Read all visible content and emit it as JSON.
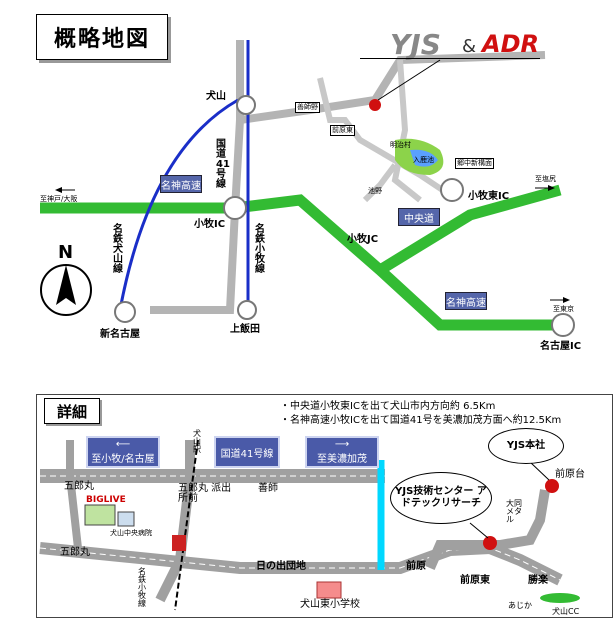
{
  "title": "概略地図",
  "logo": {
    "brand1": "YJS",
    "amp": "&",
    "brand2": "ADR"
  },
  "overview": {
    "labels": {
      "inuyama": "犬山",
      "route41": "国道41号線",
      "meitetsu_inuyama": "名鉄犬山線",
      "meitetsu_komaki": "名鉄小牧線",
      "komaki_ic": "小牧IC",
      "komaki_jc": "小牧JC",
      "komaki_higashi_ic": "小牧東IC",
      "shin_nagoya": "新名古屋",
      "kamiiida": "上飯田",
      "nagoya_ic": "名古屋IC",
      "meishin": "名神高速",
      "chuo": "中央道",
      "to_kobe": "至神戸/大阪",
      "to_shiojiri": "至塩尻",
      "to_tokyo": "至東京",
      "north": "N",
      "meijimura": "明治村",
      "iruka": "入鹿池",
      "maehara": "前原東",
      "ikeno": "池野",
      "kyoyu": "郷中新構面",
      "yoshi": "善師野"
    }
  },
  "detail": {
    "title": "詳細",
    "note1": "・中央道小牧東ICを出て犬山市内方向約 6.5Km",
    "note2": "・名神高速小牧ICを出て国道41号を美濃加茂方面へ約12.5Km",
    "signs": {
      "komaki": "至小牧/名古屋",
      "route41": "国道41号線",
      "minokamo": "至美濃加茂"
    },
    "callouts": {
      "yjs_hq": "YJS本社",
      "yjs_center": "YJS技術センター アドテックリサーチ"
    },
    "labels": {
      "gorou_maru": "五郎丸",
      "gorou_maru2": "五郎丸",
      "gorou_koban": "五郎丸 派出所前",
      "zenji": "善師",
      "inuyama_eki": "犬山駅",
      "bigliye": "BIGLIVE",
      "hospital": "犬山中央病院",
      "meitetsu_komaki": "名鉄小牧線",
      "hinode": "日の出団地",
      "maehara": "前原",
      "maehara_higashi": "前原東",
      "daido": "大同 メタル",
      "maehara_dai": "前原台",
      "katsuura": "勝楽",
      "school": "犬山東小学校",
      "ajiro": "あじか",
      "inuyama_cc": "犬山CC"
    }
  },
  "colors": {
    "expressway": "#33bb33",
    "road": "#b4b4b4",
    "rail": "#1a2ec8",
    "water": "#00d8ff",
    "sign": "#4a5aa8"
  }
}
